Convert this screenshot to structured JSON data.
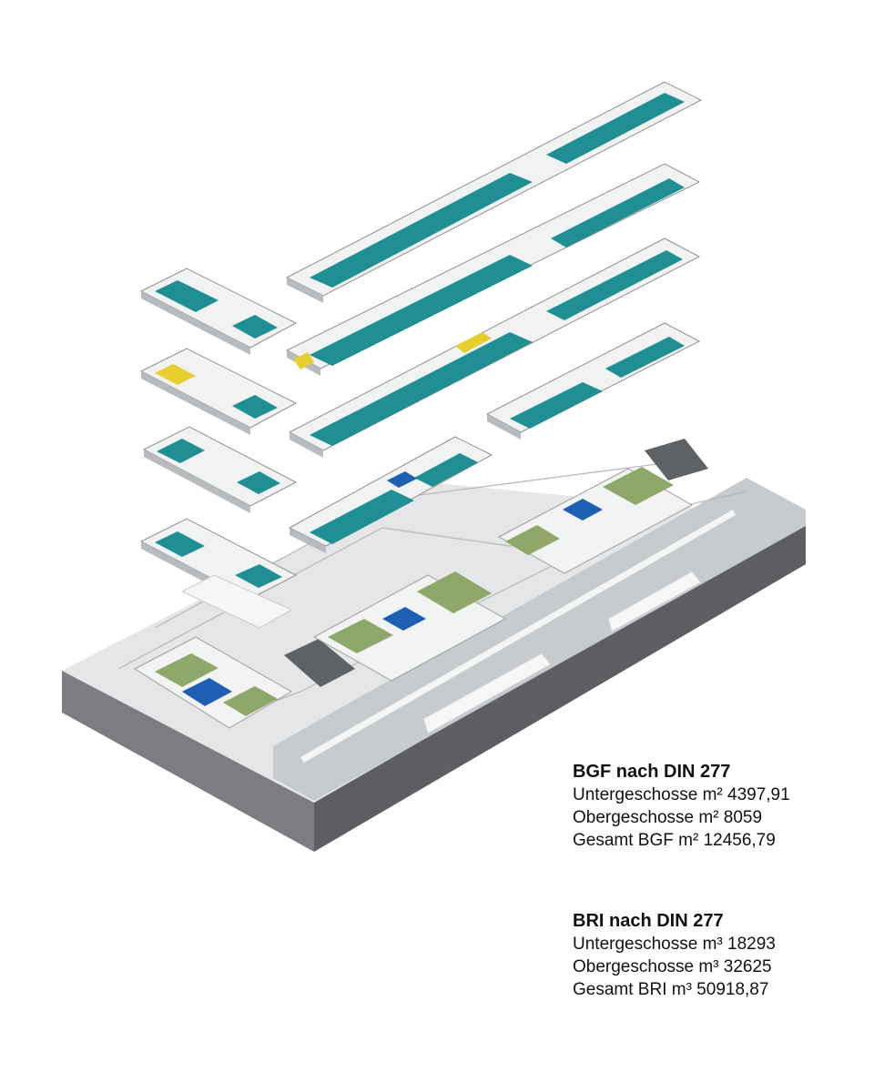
{
  "colors": {
    "background": "#ffffff",
    "ground_top": "#e6e8e9",
    "ground_front": "#7d7f82",
    "ground_side": "#5a5c5f",
    "road": "#c9cccf",
    "courtyard_green": "#8fa86a",
    "corridor_teal": "#1f8f93",
    "pool_blue": "#1f5fb3",
    "room_yellow": "#e6cf2e",
    "wall_white": "#f4f5f5",
    "wall_shadow": "#b9bcbf",
    "text": "#111111"
  },
  "icons": [
    "exploded-isometric-building-model"
  ],
  "bgf": {
    "heading": "BGF nach DIN 277",
    "lines": [
      "Untergeschosse m² 4397,91",
      "Obergeschosse m² 8059",
      "Gesamt BGF m² 12456,79"
    ]
  },
  "bri": {
    "heading": "BRI nach DIN 277",
    "lines": [
      "Untergeschosse m³ 18293",
      "Obergeschosse m³ 32625",
      "Gesamt BRI m³ 50918,87"
    ]
  }
}
